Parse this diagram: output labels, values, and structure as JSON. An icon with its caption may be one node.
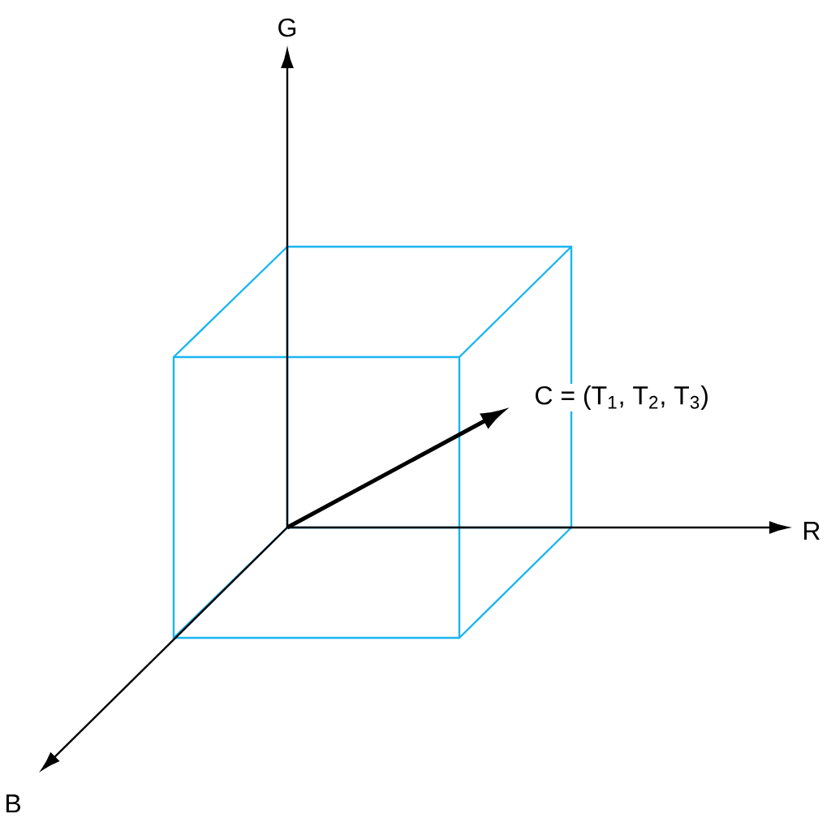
{
  "diagram": {
    "labels": [
      "G",
      "R",
      "B",
      "C = (T$_{1}$, T$_{2}$, T$_{3}$)"
    ]
  }
}
